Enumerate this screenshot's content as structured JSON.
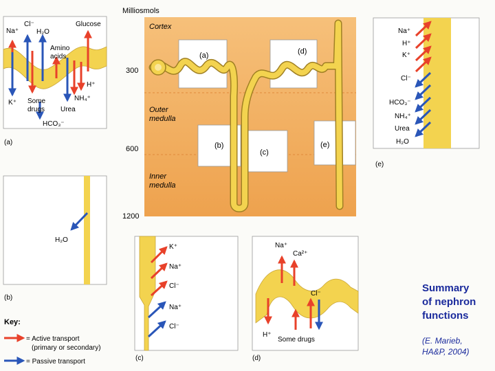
{
  "scale": {
    "title": "Milliosmols",
    "ticks": [
      "300",
      "600",
      "1200"
    ]
  },
  "zones": {
    "cortex": "Cortex",
    "outer_medulla": "Outer\nmedulla",
    "inner_medulla": "Inner\nmedulla"
  },
  "segment_labels": {
    "a": "(a)",
    "b": "(b)",
    "c": "(c)",
    "d": "(d)",
    "e": "(e)"
  },
  "panel_a": {
    "ions": {
      "cl": "Cl⁻",
      "na": "Na⁺",
      "h2o": "H₂O",
      "glucose": "Glucose",
      "amino": "Amino\nacids",
      "h": "H⁺",
      "k": "K⁺",
      "drugs": "Some\ndrugs",
      "urea": "Urea",
      "nh4": "NH₄⁺",
      "hco3": "HCO₃⁻"
    },
    "label": "(a)"
  },
  "panel_b": {
    "ion": "H₂O",
    "label": "(b)"
  },
  "panel_c": {
    "ions": [
      "K⁺",
      "Na⁺",
      "Cl⁻",
      "Na⁺",
      "Cl⁻"
    ],
    "label": "(c)"
  },
  "panel_d": {
    "ions": {
      "na": "Na⁺",
      "ca": "Ca²⁺",
      "cl": "Cl⁻",
      "h": "H⁺",
      "drugs": "Some drugs"
    },
    "label": "(d)"
  },
  "panel_e": {
    "ions": [
      "Na⁺",
      "H⁺",
      "K⁺",
      "Cl⁻",
      "HCO₃⁻",
      "NH₄⁺",
      "Urea",
      "H₂O"
    ],
    "label": "(e)"
  },
  "key": {
    "title": "Key:",
    "active": "= Active transport\n(primary or secondary)",
    "passive": "= Passive transport"
  },
  "caption": "Summary\nof nephron\nfunctions",
  "credit": "(E. Marieb,\nHA&P, 2004)",
  "colors": {
    "active": "#e8412a",
    "passive": "#2a56b8",
    "tubule": "#f3d34f",
    "panel_bg": "#f4b060"
  }
}
